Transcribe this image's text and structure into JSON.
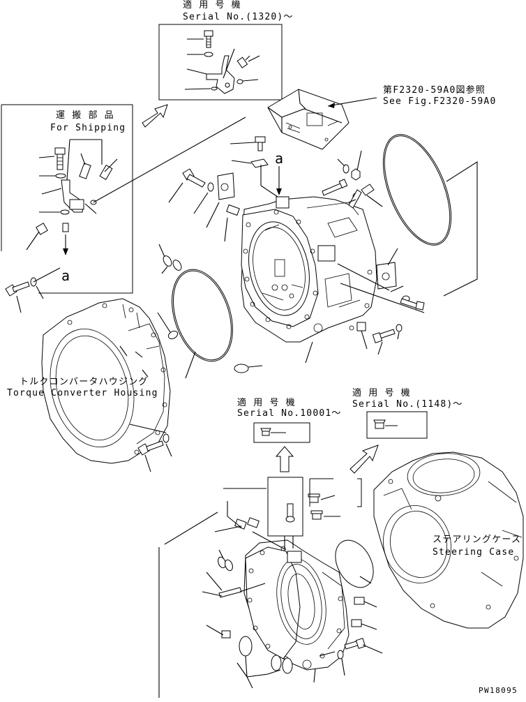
{
  "labels": {
    "serial_1320_jp": "適 用 号 機",
    "serial_1320_en": "Serial No.(1320)～",
    "see_fig_jp": "第F2320-59A0図参照",
    "see_fig_en": "See Fig.F2320-59A0",
    "shipping_jp": "運 搬 部 品",
    "shipping_en": "For Shipping",
    "ref_a_top": "a",
    "ref_a_box": "a",
    "torque_jp": "トルクコンバータハウジング",
    "torque_en": "Torque Converter Housing",
    "serial_10001_jp": "適 用 号 機",
    "serial_10001_en": "Serial No.10001～",
    "serial_1148_jp": "適 用 号 機",
    "serial_1148_en": "Serial No.(1148)～",
    "steering_jp": "ステアリングケース",
    "steering_en": "Steering Case",
    "drawing_code": "PW18095"
  }
}
